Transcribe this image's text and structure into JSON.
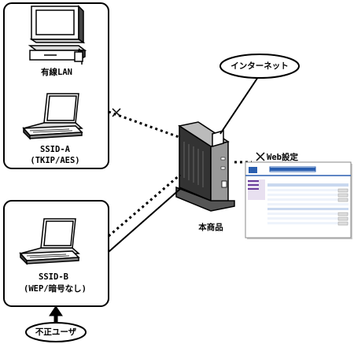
{
  "labels": {
    "wired_lan": "有線LAN",
    "ssid_a_line1": "SSID-A",
    "ssid_a_line2": "(TKIP/AES)",
    "ssid_b_line1": "SSID-B",
    "ssid_b_line2": "(WEP/暗号なし)",
    "internet": "インターネット",
    "web_settings": "Web設定",
    "product": "本商品",
    "intruder": "不正ユーザ"
  },
  "icons": [
    "desktop-pc-icon",
    "laptop-icon",
    "router-icon",
    "web-settings-screen-icon",
    "blocked-x-icon",
    "arrow-up-icon"
  ]
}
